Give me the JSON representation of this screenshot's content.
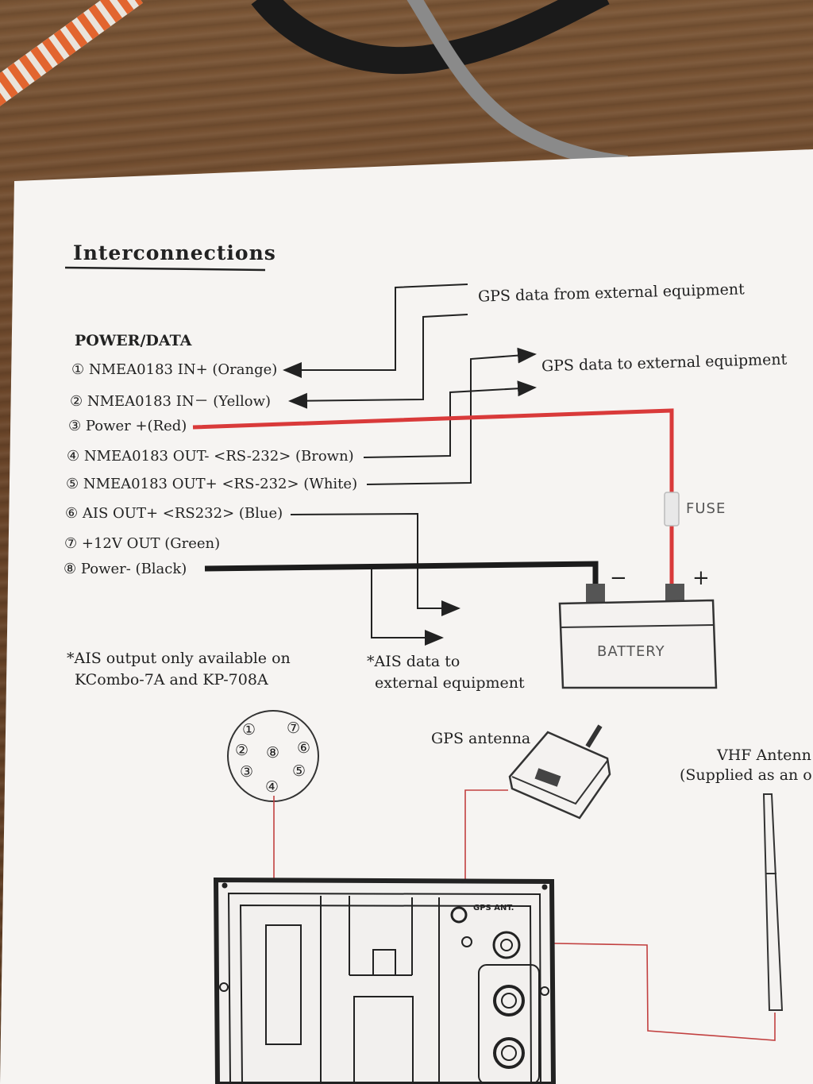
{
  "title": "Interconnections",
  "section": "POWER/DATA",
  "pins": [
    "① NMEA0183 IN+ (Orange)",
    "② NMEA0183 IN－ (Yellow)",
    "③ Power +(Red)",
    "④ NMEA0183 OUT- <RS-232> (Brown)",
    "⑤ NMEA0183 OUT+ <RS-232> (White)",
    "⑥ AIS OUT+ <RS232> (Blue)",
    "⑦ +12V OUT (Green)",
    "⑧ Power- (Black)"
  ],
  "labels": {
    "gps_from": "GPS data from external equipment",
    "gps_to": "GPS data to external equipment",
    "fuse": "FUSE",
    "battery": "BATTERY",
    "minus": "−",
    "plus": "+",
    "ais_note_1": "*AIS output only available on",
    "ais_note_2": "KCombo-7A and KP-708A",
    "ais_data_1": "*AIS data to",
    "ais_data_2": "external equipment",
    "gps_antenna": "GPS antenna",
    "vhf_1": "VHF Antenn",
    "vhf_2": "(Supplied as an o",
    "gps_ant_port": "GPS ANT.",
    "connector_pins": [
      "①",
      "②",
      "③",
      "④",
      "⑤",
      "⑥",
      "⑦",
      "⑧"
    ]
  },
  "colors": {
    "power_red": "#d93a3a",
    "wire": "#222222",
    "paper": "#f6f4f2"
  }
}
